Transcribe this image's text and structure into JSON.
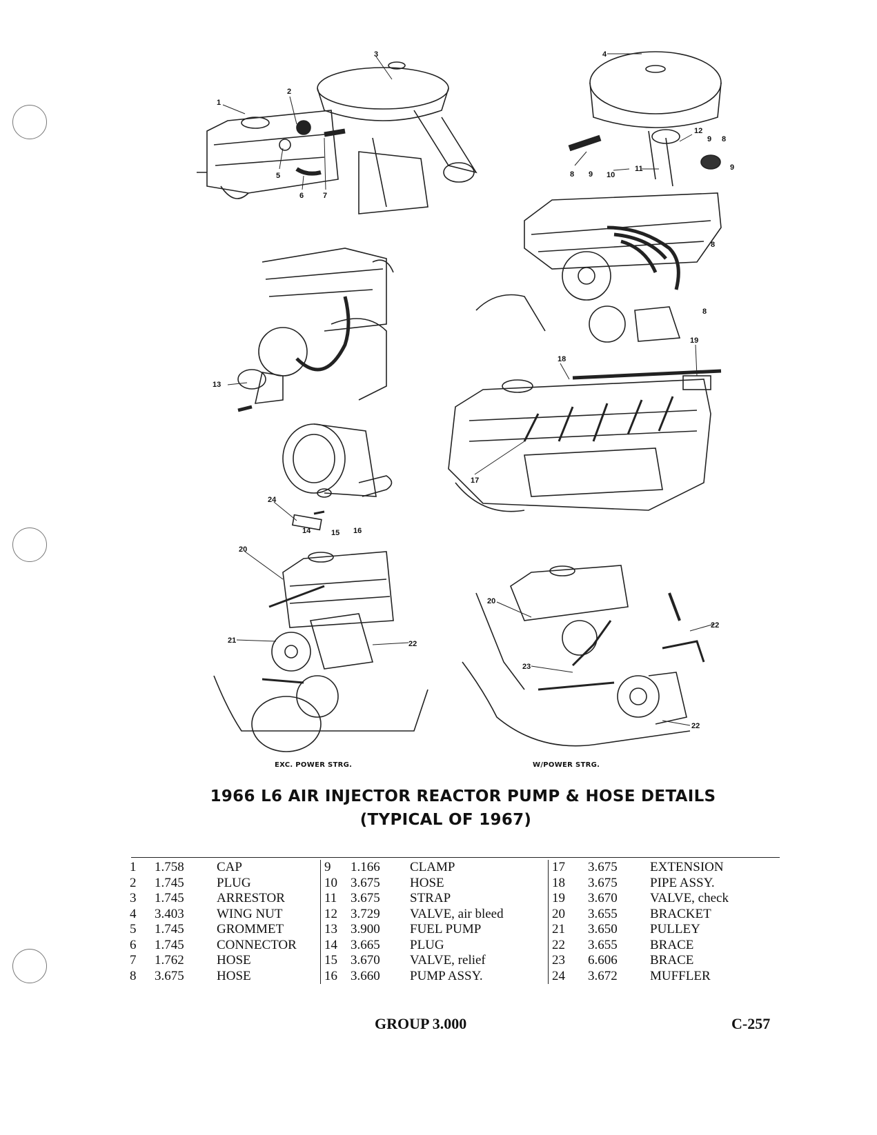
{
  "illustrations": [
    {
      "name": "air-cleaner-section",
      "callouts": [
        "1",
        "2",
        "3",
        "5",
        "6",
        "7"
      ]
    },
    {
      "name": "reactor-hose-section",
      "callouts": [
        "4",
        "8",
        "9",
        "9",
        "10",
        "11",
        "12",
        "8",
        "9",
        "8",
        "8"
      ]
    },
    {
      "name": "fuel-pump-section",
      "callouts": [
        "13"
      ]
    },
    {
      "name": "manifold-section",
      "callouts": [
        "17",
        "18",
        "19"
      ]
    },
    {
      "name": "pump-section",
      "callouts": [
        "24",
        "14",
        "15",
        "16"
      ]
    },
    {
      "name": "exc-power-section",
      "callouts": [
        "20",
        "21",
        "22"
      ]
    },
    {
      "name": "power-section",
      "callouts": [
        "20",
        "22",
        "23",
        "22"
      ]
    }
  ],
  "captions": {
    "left": "EXC. POWER STRG.",
    "right": "W/POWER STRG."
  },
  "title": {
    "line1": "1966 L6 AIR INJECTOR REACTOR PUMP & HOSE DETAILS",
    "line2": "(TYPICAL OF 1967)"
  },
  "parts_table": [
    {
      "no": "1",
      "group": "1.758",
      "name": "CAP"
    },
    {
      "no": "2",
      "group": "1.745",
      "name": "PLUG"
    },
    {
      "no": "3",
      "group": "1.745",
      "name": "ARRESTOR"
    },
    {
      "no": "4",
      "group": "3.403",
      "name": "WING NUT"
    },
    {
      "no": "5",
      "group": "1.745",
      "name": "GROMMET"
    },
    {
      "no": "6",
      "group": "1.745",
      "name": "CONNECTOR"
    },
    {
      "no": "7",
      "group": "1.762",
      "name": "HOSE"
    },
    {
      "no": "8",
      "group": "3.675",
      "name": "HOSE"
    },
    {
      "no": "9",
      "group": "1.166",
      "name": "CLAMP"
    },
    {
      "no": "10",
      "group": "3.675",
      "name": "HOSE"
    },
    {
      "no": "11",
      "group": "3.675",
      "name": "STRAP"
    },
    {
      "no": "12",
      "group": "3.729",
      "name": "VALVE, air bleed"
    },
    {
      "no": "13",
      "group": "3.900",
      "name": "FUEL PUMP"
    },
    {
      "no": "14",
      "group": "3.665",
      "name": "PLUG"
    },
    {
      "no": "15",
      "group": "3.670",
      "name": "VALVE, relief"
    },
    {
      "no": "16",
      "group": "3.660",
      "name": "PUMP ASSY."
    },
    {
      "no": "17",
      "group": "3.675",
      "name": "EXTENSION"
    },
    {
      "no": "18",
      "group": "3.675",
      "name": "PIPE ASSY."
    },
    {
      "no": "19",
      "group": "3.670",
      "name": "VALVE, check"
    },
    {
      "no": "20",
      "group": "3.655",
      "name": "BRACKET"
    },
    {
      "no": "21",
      "group": "3.650",
      "name": "PULLEY"
    },
    {
      "no": "22",
      "group": "3.655",
      "name": "BRACE"
    },
    {
      "no": "23",
      "group": "6.606",
      "name": "BRACE"
    },
    {
      "no": "24",
      "group": "3.672",
      "name": "MUFFLER"
    }
  ],
  "footer": {
    "group": "GROUP 3.000",
    "page": "C-257"
  }
}
